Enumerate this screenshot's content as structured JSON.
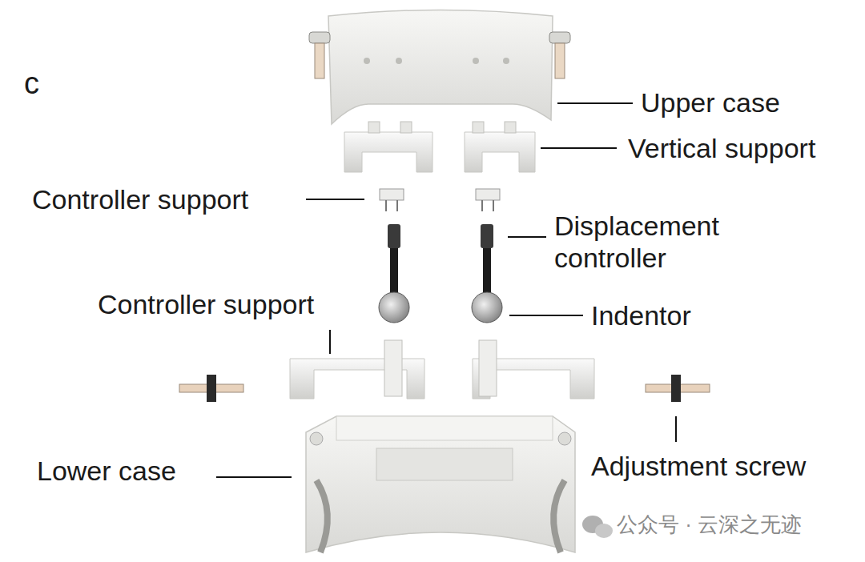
{
  "diagram": {
    "labels": [
      "c",
      "Upper case",
      "Vertical support",
      "Controller support",
      "Displacement controller",
      "Controller support",
      "Indentor",
      "Lower case",
      "Adjustment screw",
      "公众号 · 云深之无迹"
    ]
  }
}
